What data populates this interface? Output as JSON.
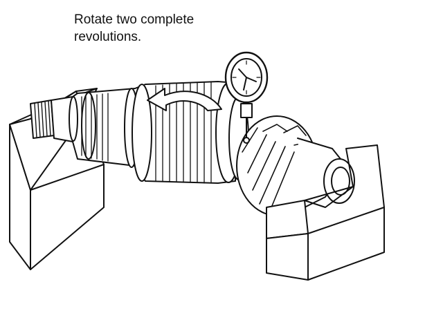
{
  "caption": {
    "line1": "Rotate two complete",
    "line2": "revolutions."
  },
  "figure": {
    "subject": "shaft runout check on V-blocks with dial indicator",
    "rotation_arrow_icon": "curved-arrow-icon",
    "dial_indicator_icon": "dial-gauge-icon",
    "colors": {
      "ink": "#111111",
      "paper": "#ffffff"
    }
  }
}
